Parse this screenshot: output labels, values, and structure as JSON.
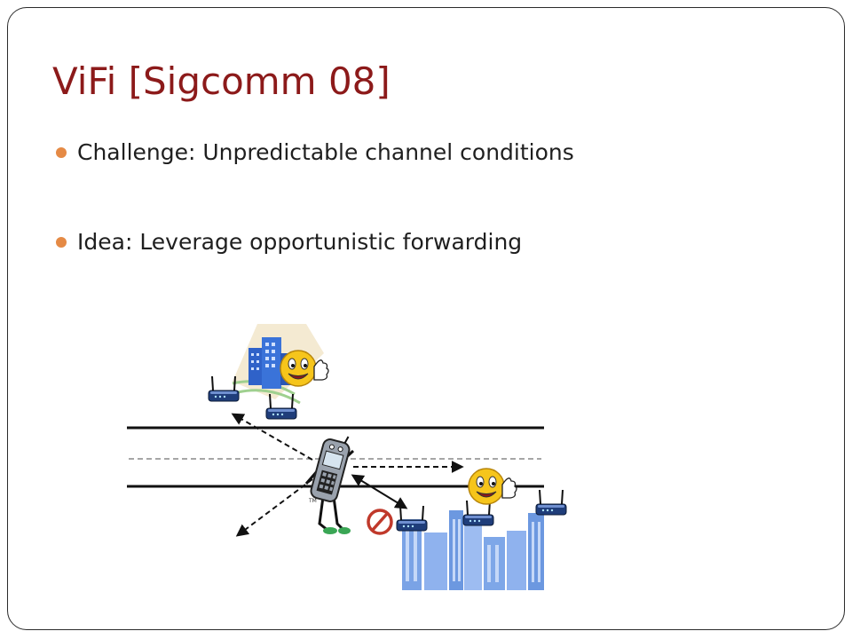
{
  "slide": {
    "title": "ViFi [Sigcomm 08]",
    "bullets": [
      "Challenge: Unpredictable channel conditions",
      "Idea: Leverage opportunistic forwarding"
    ]
  },
  "diagram": {
    "labels": {
      "tm": "TM"
    },
    "icons": [
      "office-building-icon",
      "smiley-thumbs-up-icon",
      "wireless-router-icon",
      "phone-mascot-icon",
      "no-entry-icon",
      "city-skyline-icon"
    ]
  },
  "colors": {
    "title": "#8c1a1a",
    "bullet": "#e58a45",
    "text": "#1f1f1f",
    "building_blue": "#3a73d9",
    "skyline_blue": "#7da6e8",
    "smiley_yellow": "#f6c51b",
    "no_entry_red": "#c0392b"
  }
}
